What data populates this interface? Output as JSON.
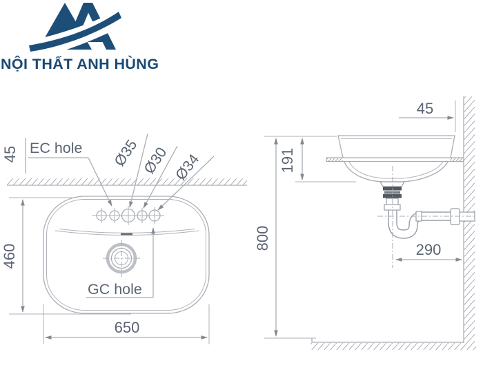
{
  "logo": {
    "name": "NỘI THẤT ANH HÙNG"
  },
  "colors": {
    "logo_navy": "#1d4e78",
    "line_gray": "#a9adb4",
    "label_gray": "#5b6574",
    "fitting_dark": "#54585f"
  },
  "top_view": {
    "wall_offset": "45",
    "ec_hole": "EC hole",
    "gc_hole": "GC hole",
    "hole_diameters": [
      "Ø35",
      "Ø30",
      "Ø34"
    ],
    "depth": "460",
    "width": "650"
  },
  "side_view": {
    "rim_to_wall": "45",
    "rim_to_drain": "191",
    "floor_to_rim": "800",
    "trap_to_wall": "290"
  }
}
